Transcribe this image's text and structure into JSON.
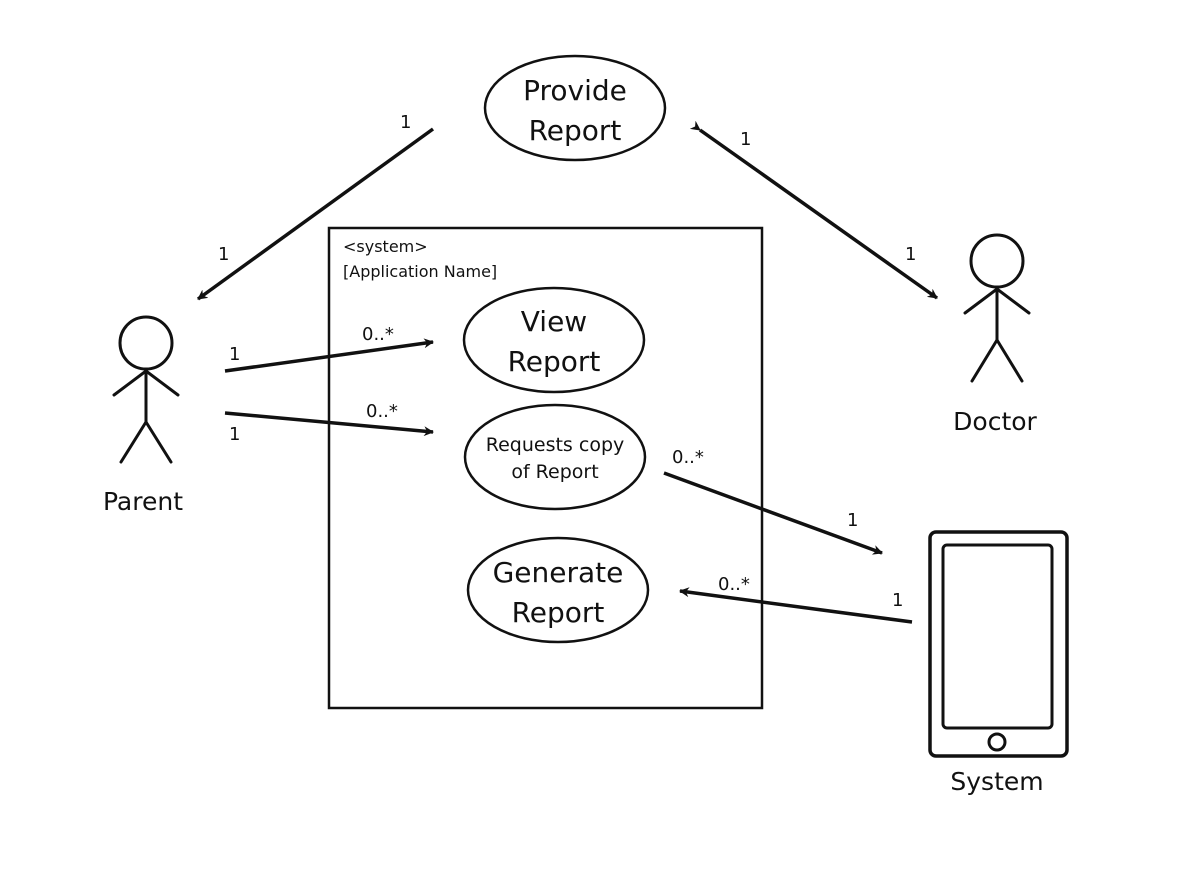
{
  "system_boundary": {
    "stereotype": "<system>",
    "name": "[Application Name]"
  },
  "use_cases": {
    "provide_report": [
      "Provide",
      "Report"
    ],
    "view_report": [
      "View",
      "Report"
    ],
    "request_copy": [
      "Requests copy",
      "of Report"
    ],
    "generate_report": [
      "Generate",
      "Report"
    ]
  },
  "actors": {
    "parent": "Parent",
    "doctor": "Doctor",
    "system": "System"
  },
  "multiplicities": {
    "provide_to_parent_source": "1",
    "provide_to_parent_target": "1",
    "doctor_provide_source": "1",
    "doctor_provide_target": "1",
    "parent_view_source": "1",
    "parent_view_target": "0..*",
    "parent_request_source": "1",
    "parent_request_target": "0..*",
    "request_system_source": "0..*",
    "request_system_target": "1",
    "system_generate_source": "1",
    "system_generate_target": "0..*"
  }
}
